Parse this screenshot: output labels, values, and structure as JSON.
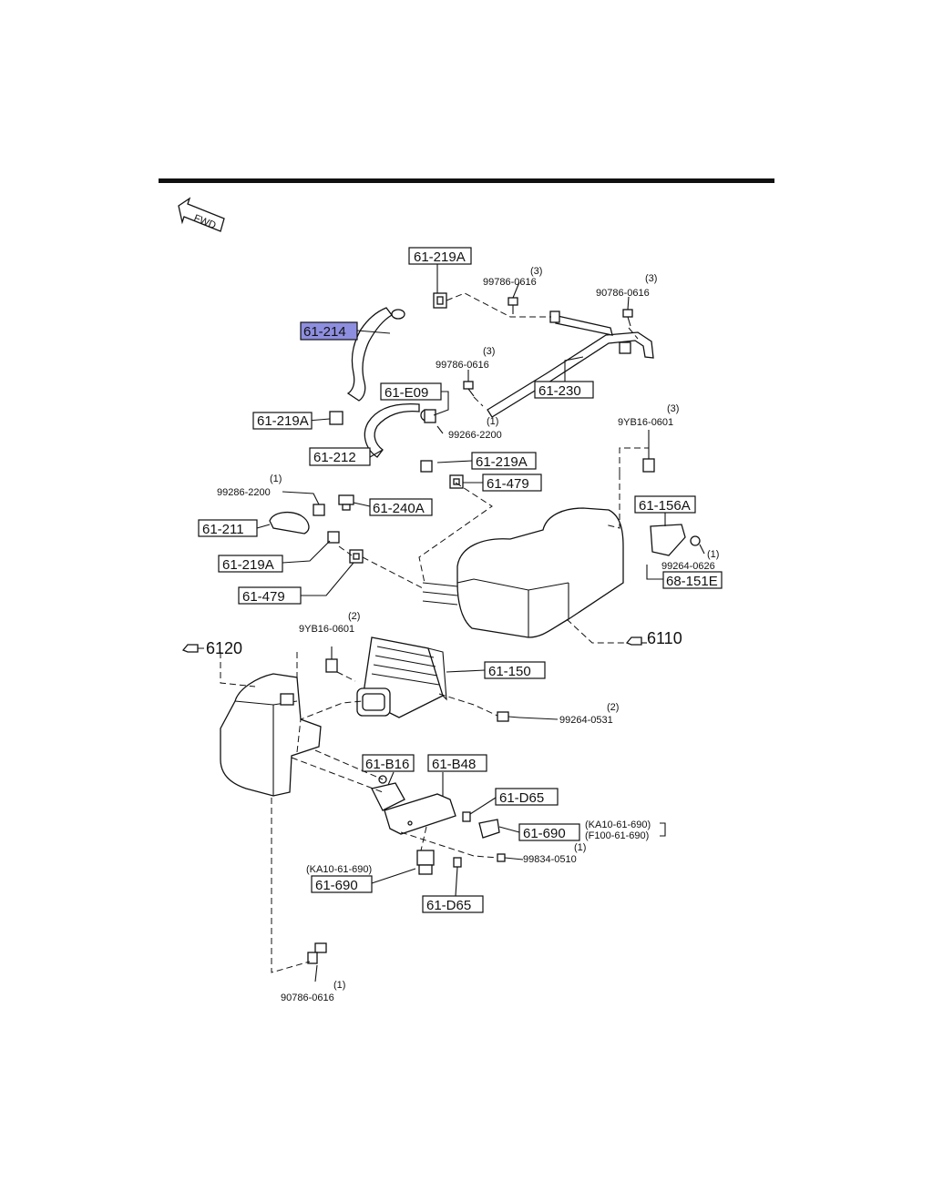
{
  "fwd_label": "FWD",
  "part_labels": {
    "p61_219a_top": "61-219A",
    "p61_214": "61-214",
    "p61_219a_left": "61-219A",
    "p61_e09": "61-E09",
    "p61_230": "61-230",
    "p61_212": "61-212",
    "p61_219a_mid": "61-219A",
    "p61_479_mid": "61-479",
    "p61_240a": "61-240A",
    "p61_211": "61-211",
    "p61_219a_low": "61-219A",
    "p61_479_low": "61-479",
    "p61_156a": "61-156A",
    "p68_151e": "68-151E",
    "p61_150": "61-150",
    "p61_b16": "61-B16",
    "p61_b48": "61-B48",
    "p61_d65_right": "61-D65",
    "p61_690_right": "61-690",
    "p61_690_left": "61-690",
    "p61_d65_low": "61-D65"
  },
  "bolt_labels": {
    "b1_num": "99786-0616",
    "b1_qty": "(3)",
    "b2_num": "90786-0616",
    "b2_qty": "(3)",
    "b3_num": "99786-0616",
    "b3_qty": "(3)",
    "b4_num": "99266-2200",
    "b4_qty": "(1)",
    "b5_num": "9YB16-0601",
    "b5_qty": "(3)",
    "b6_num": "99286-2200",
    "b6_qty": "(1)",
    "b7_num": "99264-0626",
    "b7_qty": "(1)",
    "b8_num": "9YB16-0601",
    "b8_qty": "(2)",
    "b9_num": "99264-0531",
    "b9_qty": "(2)",
    "b10_num": "99834-0510",
    "b10_qty": "(1)",
    "b11_num": "90786-0616",
    "b11_qty": "(1)"
  },
  "notes": {
    "n1": "(KA10-61-690)",
    "n2": "(F100-61-690)",
    "n3": "(KA10-61-690)"
  },
  "ref_labels": {
    "r6120": "6120",
    "r6110": "6110"
  },
  "colors": {
    "highlight": "#8e8ee0",
    "line": "#111111"
  }
}
